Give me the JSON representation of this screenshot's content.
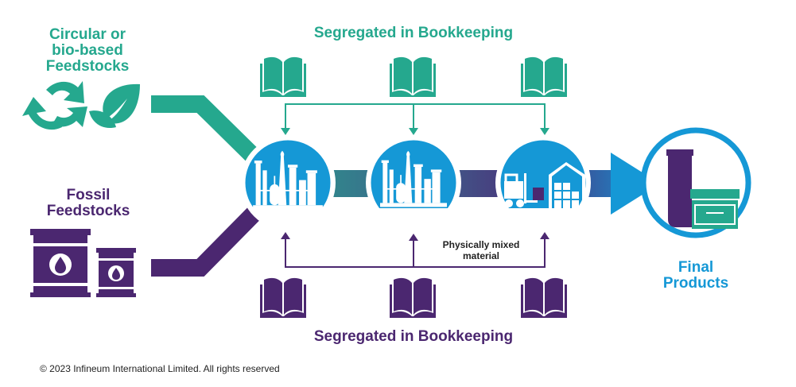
{
  "labels": {
    "circular_feedstocks": [
      "Circular or",
      "bio-based",
      "Feedstocks"
    ],
    "fossil_feedstocks": [
      "Fossil",
      "Feedstocks"
    ],
    "segregated_top": "Segregated in Bookkeeping",
    "segregated_bottom": "Segregated in Bookkeeping",
    "physically_mixed": [
      "Physically mixed",
      "material"
    ],
    "final_products": [
      "Final",
      "Products"
    ],
    "copyright": "© 2023 Infineum International Limited. All rights reserved"
  },
  "colors": {
    "teal": "#25a88e",
    "purple": "#4b2770",
    "blue": "#1598d6",
    "text_dark": "#222222"
  },
  "icons": {
    "recycle": "recycle-icon",
    "leaf": "leaf-icon",
    "barrel": "oil-barrel-icon",
    "book": "open-book-icon",
    "refinery": "refinery-icon",
    "warehouse": "forklift-warehouse-icon",
    "products": "cosmetic-products-icon"
  }
}
